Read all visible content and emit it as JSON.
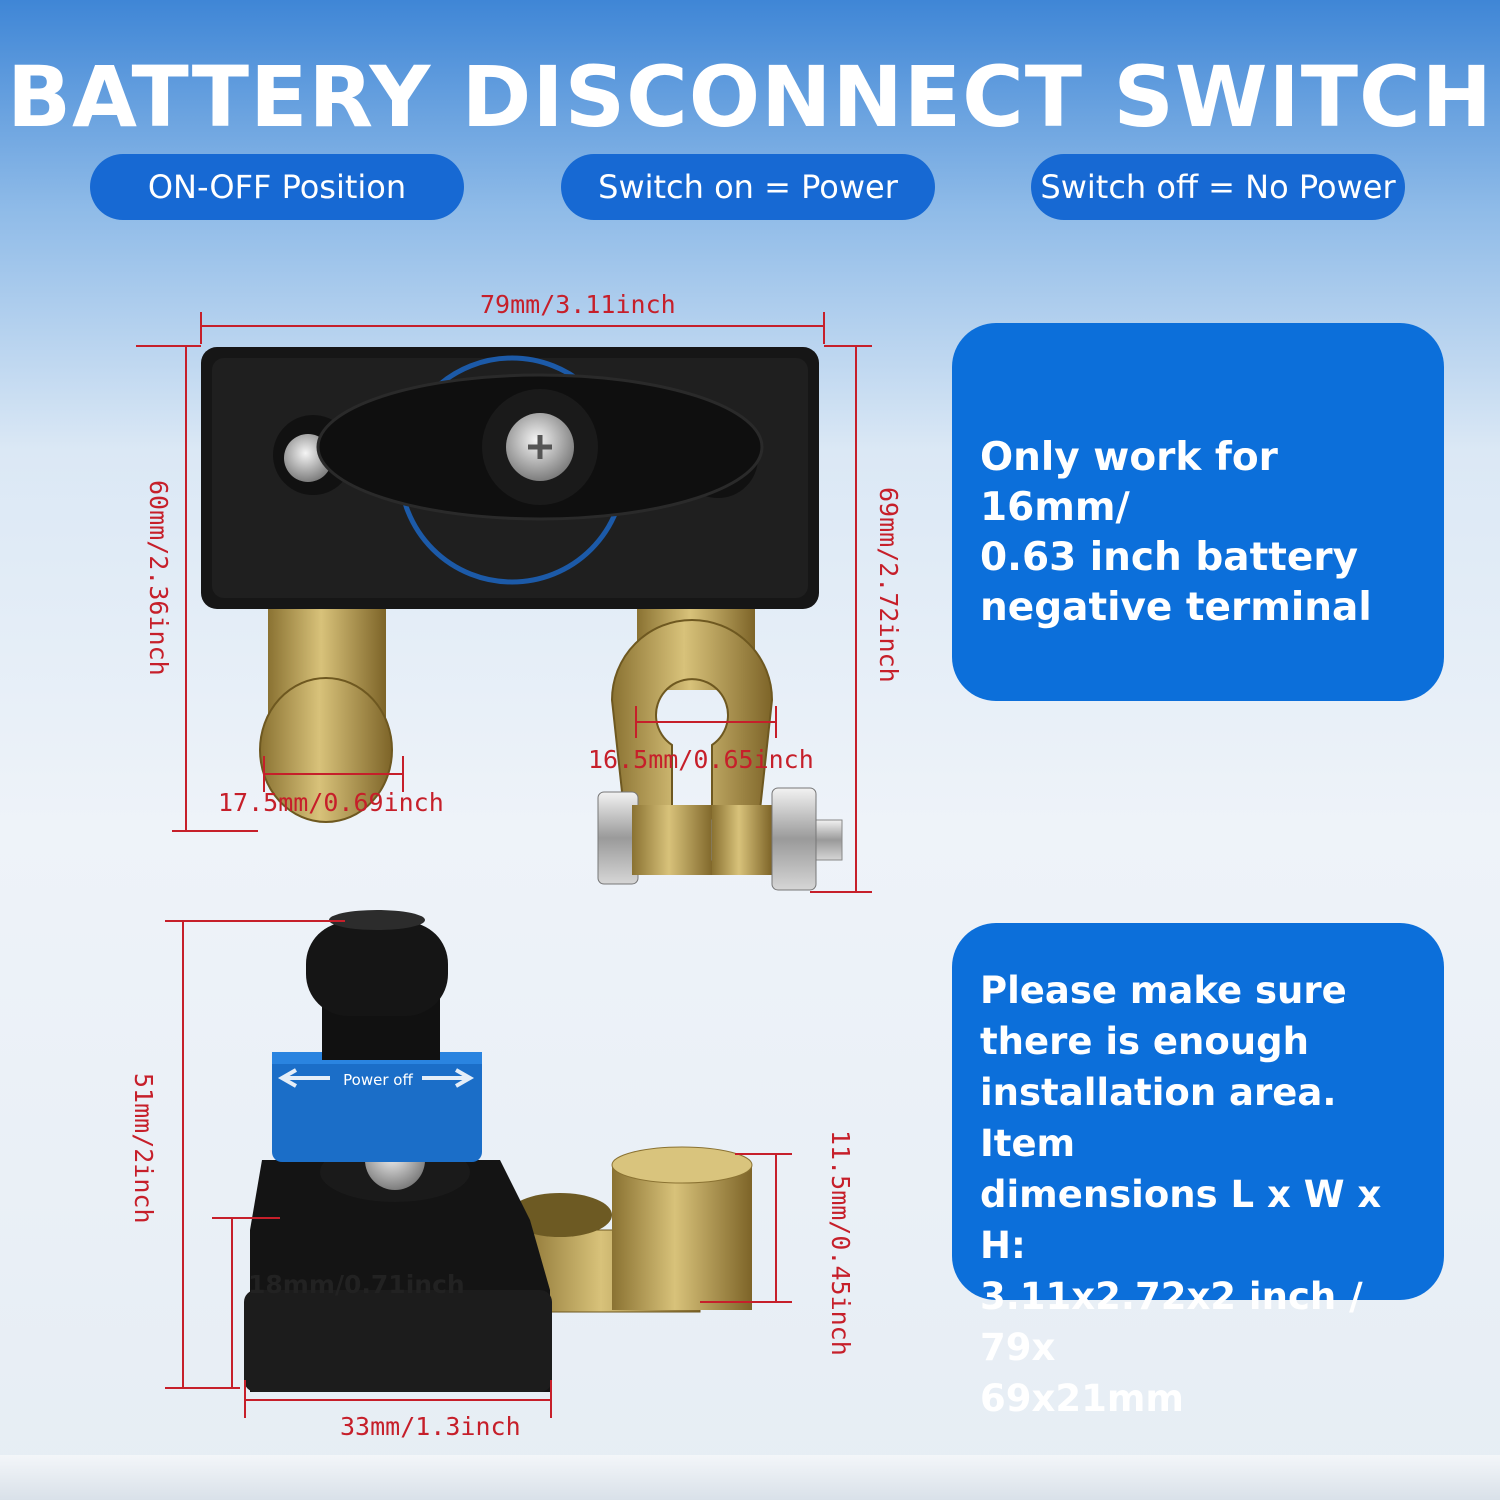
{
  "title": "BATTERY DISCONNECT SWITCH",
  "pills": [
    {
      "label": "ON-OFF Position"
    },
    {
      "label": "Switch on = Power"
    },
    {
      "label": "Switch off = No Power"
    }
  ],
  "info_boxes": [
    {
      "lines": [
        "Only work for 16mm/",
        "0.63 inch battery",
        "negative terminal"
      ]
    },
    {
      "lines": [
        "Please make sure",
        "there is enough",
        "installation area. Item",
        "dimensions L x W x H:",
        "3.11x2.72x2 inch / 79x",
        "69x21mm"
      ]
    }
  ],
  "dimensions": {
    "top_width": "79mm/3.11inch",
    "top_left_height": "60mm/2.36inch",
    "top_right_height": "69mm/2.72inch",
    "post_diameter": "17.5mm/0.69inch",
    "clamp_diameter": "16.5mm/0.65inch",
    "side_height": "51mm/2inch",
    "base_height": "18mm/0.71inch",
    "side_width": "33mm/1.3inch",
    "post_height": "11.5mm/0.45inch"
  },
  "knob_label": "Power off",
  "colors": {
    "accent_blue": "#0c6fda",
    "pill_blue": "#1769d3",
    "dimension_red": "#c61f2a",
    "brass": "#b89a4e"
  }
}
